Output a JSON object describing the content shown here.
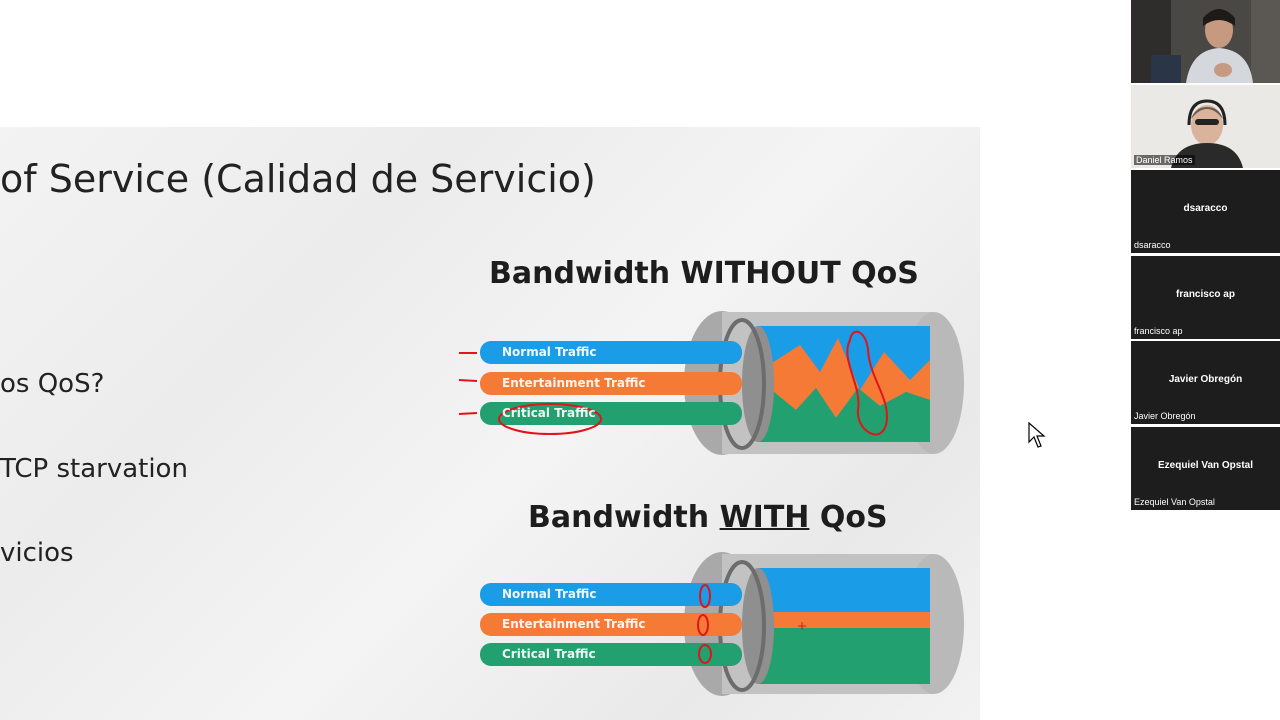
{
  "slide": {
    "title": "of Service (Calidad de Servicio)",
    "bullets": [
      "os QoS?",
      "TCP starvation",
      "vicios"
    ],
    "without_heading": "Bandwidth WITHOUT QoS",
    "with_heading_prefix": "Bandwidth ",
    "with_heading_underlined": "WITH",
    "with_heading_suffix": " QoS",
    "traffic_labels": {
      "normal": "Normal Traffic",
      "entertainment": "Entertainment Traffic",
      "critical": "Critical Traffic"
    },
    "colors": {
      "normal": "#1a9ce6",
      "entertainment": "#f57a35",
      "critical": "#23a06f",
      "annotation": "#e0151b"
    }
  },
  "participants": [
    {
      "video": true,
      "corner_name": ""
    },
    {
      "video": true,
      "corner_name": "Daniel Ramos"
    },
    {
      "video": false,
      "center_name": "dsaracco",
      "corner_name": "dsaracco"
    },
    {
      "video": false,
      "center_name": "francisco ap",
      "corner_name": "francisco ap"
    },
    {
      "video": false,
      "center_name": "Javier Obregón",
      "corner_name": "Javier Obregón"
    },
    {
      "video": false,
      "center_name": "Ezequiel Van Opstal",
      "corner_name": "Ezequiel Van Opstal"
    }
  ]
}
